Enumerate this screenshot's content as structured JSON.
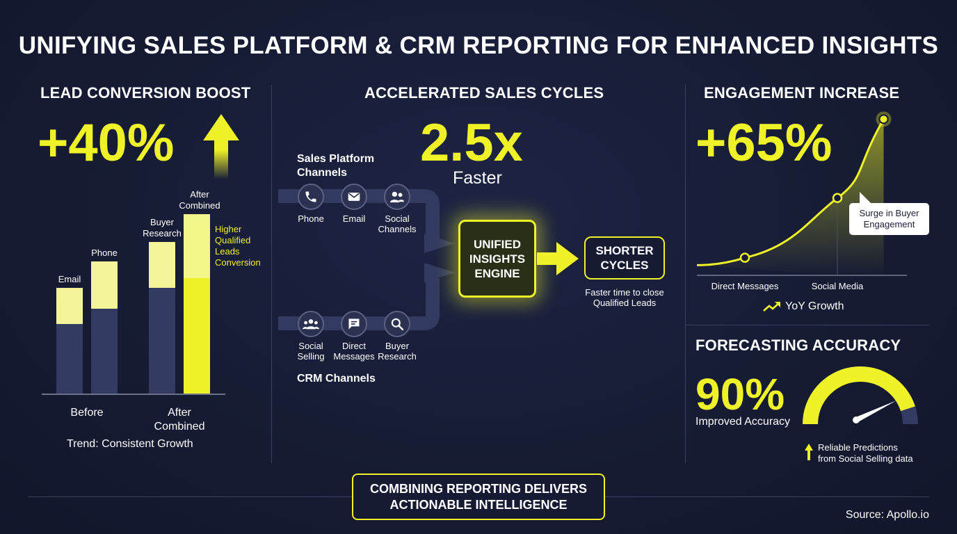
{
  "title": "UNIFYING SALES PLATFORM & CRM REPORTING FOR ENHANCED INSIGHTS",
  "lead": {
    "title": "LEAD CONVERSION BOOST",
    "stat": "+40%",
    "trend": "Trend: Consistent Growth",
    "highlight_label": [
      "Higher",
      "Qualified",
      "Leads",
      "Conversion"
    ]
  },
  "cycles": {
    "title": "ACCELERATED SALES CYCLES",
    "stat": "2.5x",
    "stat_sub": "Faster",
    "sales_platform_label": [
      "Sales Platform",
      "Channels"
    ],
    "crm_label": "CRM Channels",
    "sales_channels": [
      {
        "label": [
          "Phone"
        ],
        "icon": "phone-icon"
      },
      {
        "label": [
          "Email"
        ],
        "icon": "email-icon"
      },
      {
        "label": [
          "Social",
          "Channels"
        ],
        "icon": "users-icon"
      }
    ],
    "crm_channels": [
      {
        "label": [
          "Social",
          "Selling"
        ],
        "icon": "group-icon"
      },
      {
        "label": [
          "Direct",
          "Messages"
        ],
        "icon": "chat-icon"
      },
      {
        "label": [
          "Buyer",
          "Research"
        ],
        "icon": "search-icon"
      }
    ],
    "engine_label": [
      "UNIFIED",
      "INSIGHTS",
      "ENGINE"
    ],
    "shorter_label": [
      "SHORTER",
      "CYCLES"
    ],
    "shorter_sub": [
      "Faster time to close",
      "Qualified Leads"
    ]
  },
  "engagement": {
    "title": "ENGAGEMENT INCREASE",
    "stat": "+65%",
    "callout": [
      "Surge in Buyer",
      "Engagement"
    ],
    "legend": "YoY Growth"
  },
  "forecast": {
    "title": "FORECASTING ACCURACY",
    "stat": "90%",
    "stat_sub": "Improved Accuracy",
    "note": [
      "Reliable Predictions",
      "from Social Selling data"
    ]
  },
  "footer": {
    "banner": [
      "COMBINING REPORTING DELIVERS",
      "ACTIONABLE INTELLIGENCE"
    ],
    "source": "Source: Apollo.io"
  },
  "colors": {
    "accent": "#eef226",
    "accent_light": "#f4f59a",
    "bar_dark": "#343b63",
    "background": "#161b33"
  },
  "chart_data": [
    {
      "type": "bar",
      "stacked": true,
      "group_labels": [
        {
          "label": [
            "Before"
          ],
          "bars": [
            0,
            1
          ]
        },
        {
          "label": [
            "After",
            "Combined"
          ],
          "bars": [
            2,
            3
          ]
        }
      ],
      "bars": [
        {
          "label": [
            "Email"
          ],
          "base": 100,
          "top": 52
        },
        {
          "label": [
            "Phone"
          ],
          "base": 122,
          "top": 68
        },
        {
          "label": [
            "Buyer",
            "Research"
          ],
          "base": 152,
          "top": 66
        },
        {
          "label": [
            "After",
            "Combined"
          ],
          "base": 166,
          "top": 92,
          "highlight": true
        }
      ],
      "highlight_label": [
        "Higher",
        "Qualified",
        "Leads",
        "Conversion"
      ]
    },
    {
      "type": "line",
      "x": [
        "Direct Messages",
        "Social Media"
      ],
      "points": [
        {
          "x": 0,
          "y": 5
        },
        {
          "x": 1,
          "y": 33
        },
        {
          "x": 1.5,
          "y": 70
        }
      ],
      "ylim": [
        0,
        75
      ],
      "legend": "YoY Growth"
    },
    {
      "type": "gauge",
      "value": 90,
      "max": 100,
      "label": "Improved Accuracy"
    }
  ]
}
